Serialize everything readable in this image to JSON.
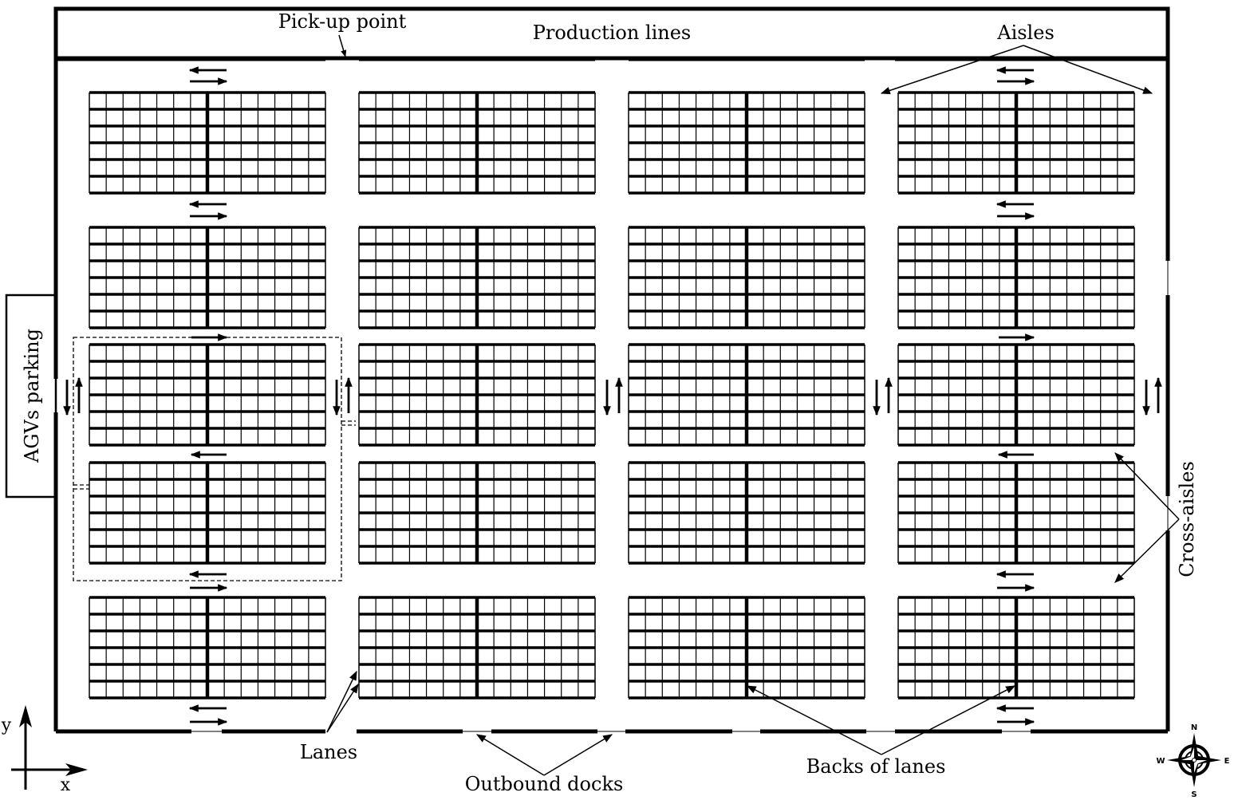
{
  "labels": {
    "pickup": "Pick-up point",
    "production": "Production lines",
    "aisles": "Aisles",
    "agv": "AGVs parking",
    "cross": "Cross-aisles",
    "lanes": "Lanes",
    "outbound": "Outbound docks",
    "backs": "Backs of lanes"
  },
  "axes": {
    "x": "x",
    "y": "y"
  },
  "compass": {
    "n": "N",
    "s": "S",
    "e": "E",
    "w": "W"
  },
  "colors": {
    "ink": "#000000",
    "paper": "#ffffff"
  }
}
